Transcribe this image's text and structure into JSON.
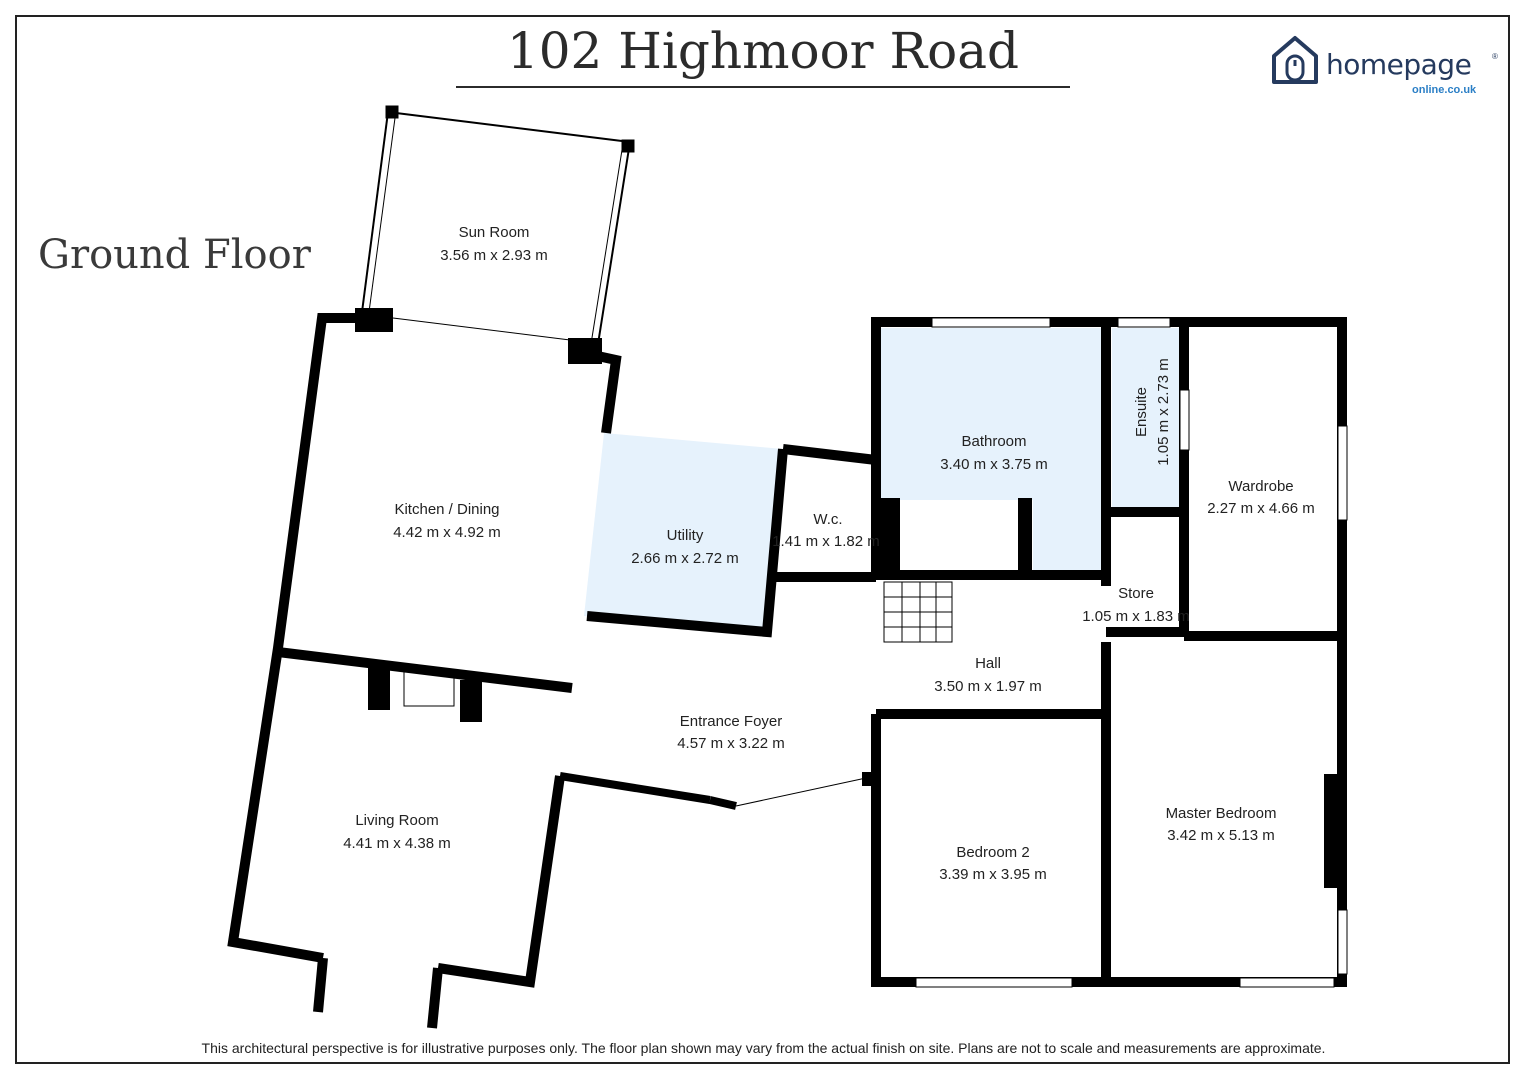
{
  "title": "102 Highmoor Road",
  "floor_label": "Ground Floor",
  "logo": {
    "word": "homepage",
    "sub": "online.co.uk",
    "reg": "®",
    "icon": "house-mouse-icon"
  },
  "footer": "This architectural perspective is for illustrative purposes only. The floor plan shown may vary from the actual finish on site. Plans are not to scale and measurements are approximate.",
  "colors": {
    "wall": "#000000",
    "highlight": "#e6f2fc",
    "logo_dark": "#253a5e",
    "logo_blue": "#2b7fc6"
  },
  "rooms": {
    "sun_room": {
      "name": "Sun Room",
      "size": "3.56 m x 2.93 m"
    },
    "kitchen": {
      "name": "Kitchen / Dining",
      "size": "4.42 m x 4.92 m"
    },
    "utility": {
      "name": "Utility",
      "size": "2.66 m x 2.72 m"
    },
    "wc": {
      "name": "W.c.",
      "size": "1.41 m x 1.82 m"
    },
    "bathroom": {
      "name": "Bathroom",
      "size": "3.40 m x 3.75 m"
    },
    "ensuite": {
      "name": "Ensuite",
      "size": "1.05 m x 2.73 m"
    },
    "wardrobe": {
      "name": "Wardrobe",
      "size": "2.27 m x 4.66 m"
    },
    "store": {
      "name": "Store",
      "size": "1.05 m x 1.83 m"
    },
    "hall": {
      "name": "Hall",
      "size": "3.50 m x 1.97 m"
    },
    "entrance": {
      "name": "Entrance Foyer",
      "size": "4.57 m x 3.22 m"
    },
    "living": {
      "name": "Living Room",
      "size": "4.41 m x 4.38 m"
    },
    "bedroom2": {
      "name": "Bedroom 2",
      "size": "3.39 m x 3.95 m"
    },
    "master": {
      "name": "Master Bedroom",
      "size": "3.42 m x 5.13 m"
    }
  }
}
